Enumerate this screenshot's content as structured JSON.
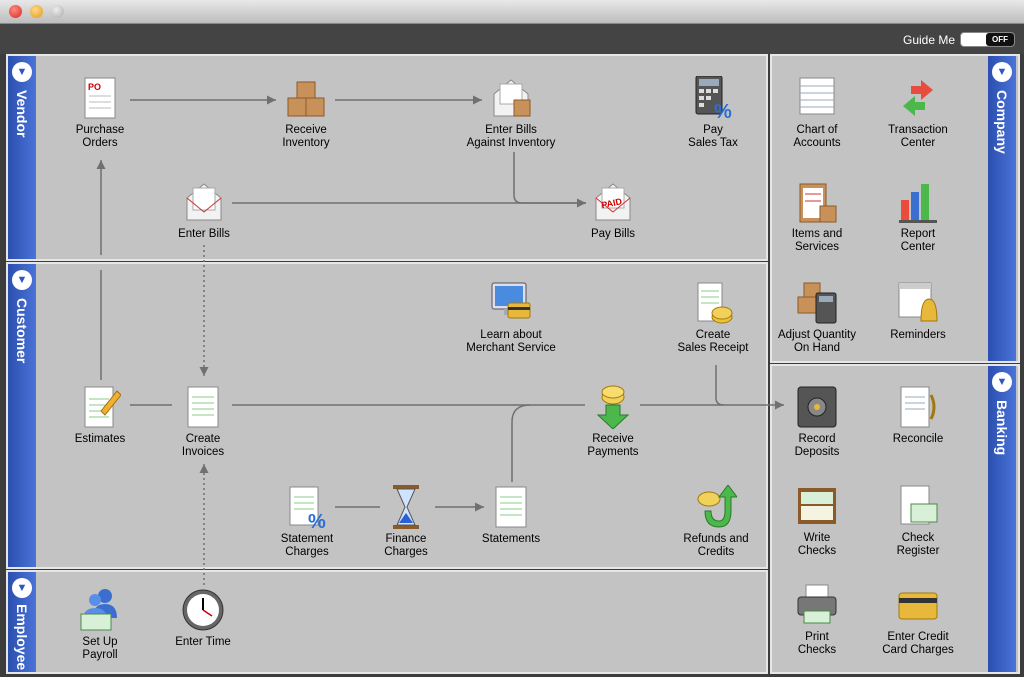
{
  "toolbar": {
    "guide_label": "Guide Me",
    "toggle_state": "OFF"
  },
  "sections": {
    "vendor": "Vendor",
    "customer": "Customer",
    "employee": "Employee",
    "company": "Company",
    "banking": "Banking"
  },
  "vendor": {
    "purchase_orders": "Purchase\nOrders",
    "receive_inventory": "Receive\nInventory",
    "enter_bills_inventory": "Enter Bills\nAgainst Inventory",
    "pay_sales_tax": "Pay\nSales Tax",
    "enter_bills": "Enter Bills",
    "pay_bills": "Pay Bills",
    "po_text": "PO",
    "paid_text": "PAID"
  },
  "customer": {
    "learn_merchant": "Learn about\nMerchant Service",
    "create_sales_receipt": "Create\nSales Receipt",
    "estimates": "Estimates",
    "create_invoices": "Create\nInvoices",
    "receive_payments": "Receive\nPayments",
    "statement_charges": "Statement\nCharges",
    "finance_charges": "Finance\nCharges",
    "statements": "Statements",
    "refunds_credits": "Refunds and\nCredits"
  },
  "employee": {
    "setup_payroll": "Set Up\nPayroll",
    "enter_time": "Enter Time"
  },
  "company": {
    "chart_accounts": "Chart of\nAccounts",
    "transaction_center": "Transaction\nCenter",
    "items_services": "Items and\nServices",
    "report_center": "Report\nCenter",
    "adjust_quantity": "Adjust Quantity\nOn Hand",
    "reminders": "Reminders"
  },
  "banking": {
    "record_deposits": "Record\nDeposits",
    "reconcile": "Reconcile",
    "write_checks": "Write\nChecks",
    "check_register": "Check\nRegister",
    "print_checks": "Print\nChecks",
    "enter_credit_card": "Enter Credit\nCard Charges"
  },
  "colors": {
    "tab_blue": "#2d57c4",
    "panel": "#c3c3c3",
    "arrow": "#707070"
  }
}
